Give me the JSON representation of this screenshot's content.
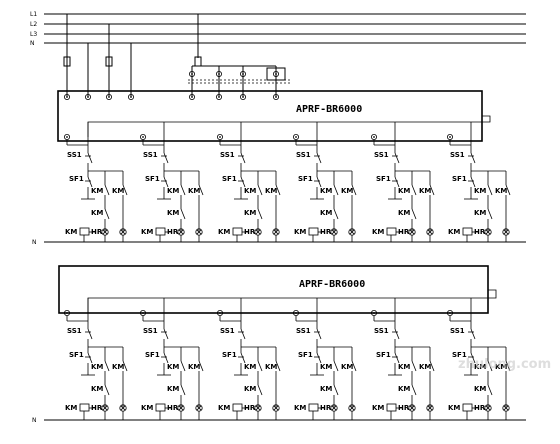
{
  "bus_labels": [
    "L1",
    "L2",
    "L3",
    "N"
  ],
  "neutral_label": "N",
  "controller_upper": "APRF-BR6000",
  "controller_lower": "APRF-BR6000",
  "branch_labels": {
    "switch": "SS1",
    "fuse": "SF1",
    "contact": "KM",
    "coil": "KM",
    "lamp": "HR"
  },
  "branch_count_per_row": 6,
  "watermark": "zhulong.com"
}
